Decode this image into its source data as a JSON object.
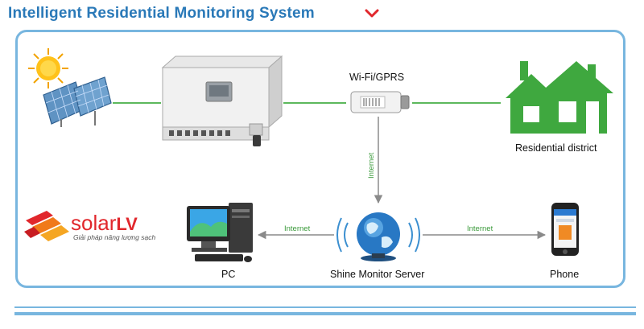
{
  "header": {
    "title": "Intelligent Residential Monitoring System"
  },
  "nodes": {
    "wifi_label": "Wi-Fi/GPRS",
    "residential_label": "Residential district",
    "server_label": "Shine Monitor Server",
    "pc_label": "PC",
    "phone_label": "Phone"
  },
  "links": {
    "internet_vertical": "Internet",
    "internet_left": "Internet",
    "internet_right": "Internet"
  },
  "logo": {
    "brand_solar": "solar",
    "brand_lv": "LV",
    "tagline": "Giải pháp năng lượng sạch"
  },
  "colors": {
    "accent_blue": "#2a79b8",
    "frame_blue": "#78b6df",
    "link_green": "#5cb85c",
    "house_green": "#3fa83f",
    "logo_red": "#e1272c"
  }
}
